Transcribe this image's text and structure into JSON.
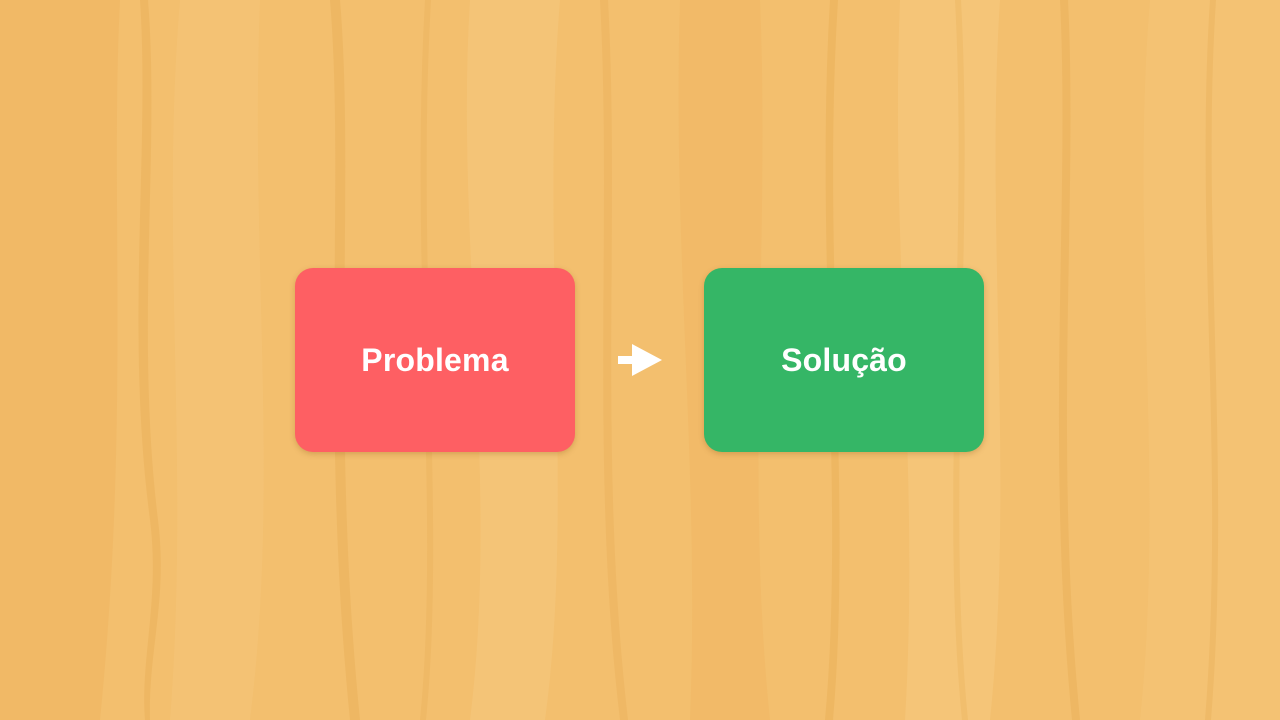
{
  "background": {
    "material": "light wood planks",
    "color": "#f2bd6b"
  },
  "diagram": {
    "nodes": [
      {
        "id": "problem",
        "label": "Problema",
        "color": "#fe5f63"
      },
      {
        "id": "solution",
        "label": "Solução",
        "color": "#35b666"
      }
    ],
    "connector": {
      "from": "problem",
      "to": "solution",
      "icon": "right-arrow-icon",
      "color": "#ffffff"
    }
  }
}
